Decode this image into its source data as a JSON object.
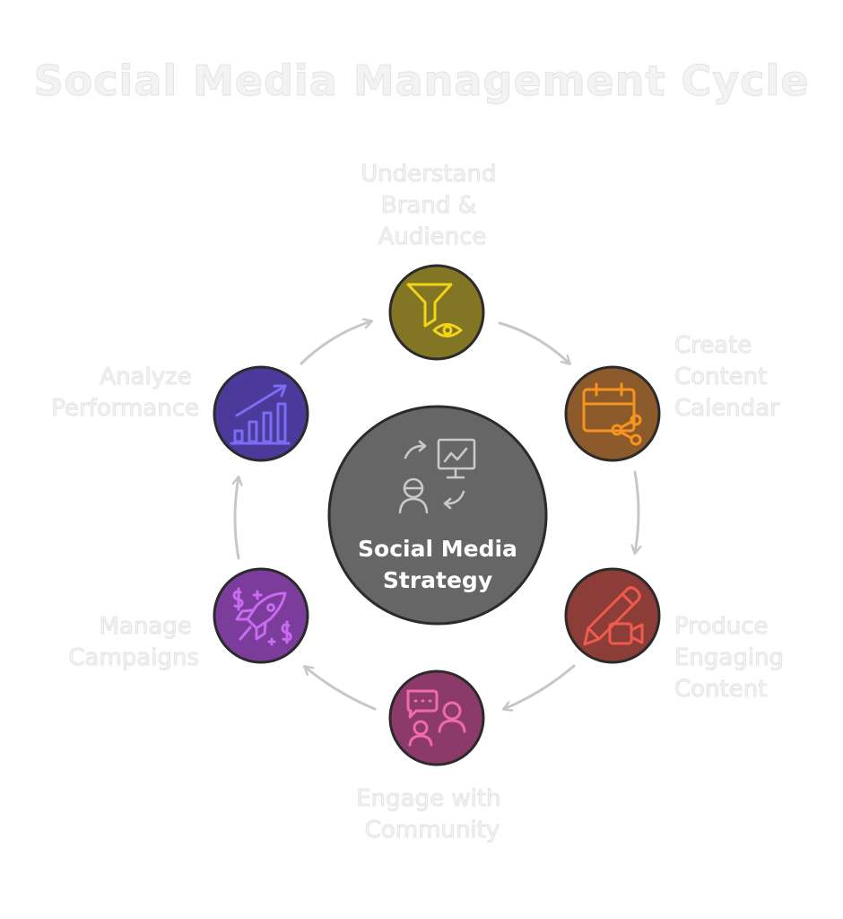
{
  "title": "Social Media Management Cycle",
  "center": {
    "label_line1": "Social Media",
    "label_line2": "Strategy",
    "color": "#666666",
    "icon": "strategy-presentation-icon"
  },
  "steps": [
    {
      "id": "understand",
      "lines": [
        "Understand",
        "Brand &",
        "Audience"
      ],
      "color": "#827624",
      "icon_color": "#f2d419",
      "icon": "funnel-eye-icon"
    },
    {
      "id": "calendar",
      "lines": [
        "Create",
        "Content",
        "Calendar"
      ],
      "color": "#8c5a2b",
      "icon_color": "#f7941d",
      "icon": "calendar-share-icon"
    },
    {
      "id": "produce",
      "lines": [
        "Produce",
        "Engaging",
        "Content"
      ],
      "color": "#8c3d37",
      "icon_color": "#f05b4e",
      "icon": "pencil-video-icon"
    },
    {
      "id": "engage",
      "lines": [
        "Engage with",
        "Community"
      ],
      "color": "#8c3a6a",
      "icon_color": "#f06ab0",
      "icon": "community-chat-icon"
    },
    {
      "id": "campaigns",
      "lines": [
        "Manage",
        "Campaigns"
      ],
      "color": "#7b3c9b",
      "icon_color": "#c86bf0",
      "icon": "rocket-money-icon"
    },
    {
      "id": "analyze",
      "lines": [
        "Analyze",
        "Performance"
      ],
      "color": "#4b3a9a",
      "icon_color": "#7b6cf5",
      "icon": "growth-chart-icon"
    }
  ]
}
